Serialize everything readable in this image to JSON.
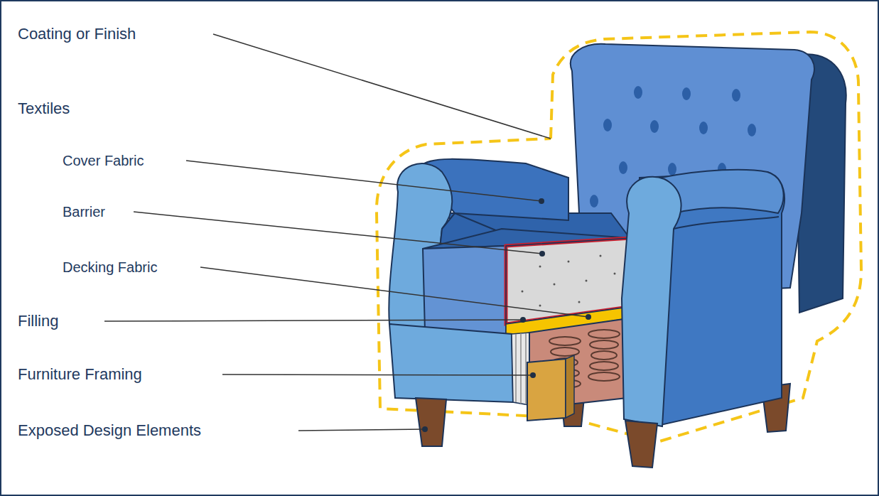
{
  "diagram": {
    "labels": [
      "Coating or Finish",
      "Textiles",
      "Cover Fabric",
      "Barrier",
      "Decking Fabric",
      "Filling",
      "Furniture Framing",
      "Exposed Design Elements"
    ]
  }
}
